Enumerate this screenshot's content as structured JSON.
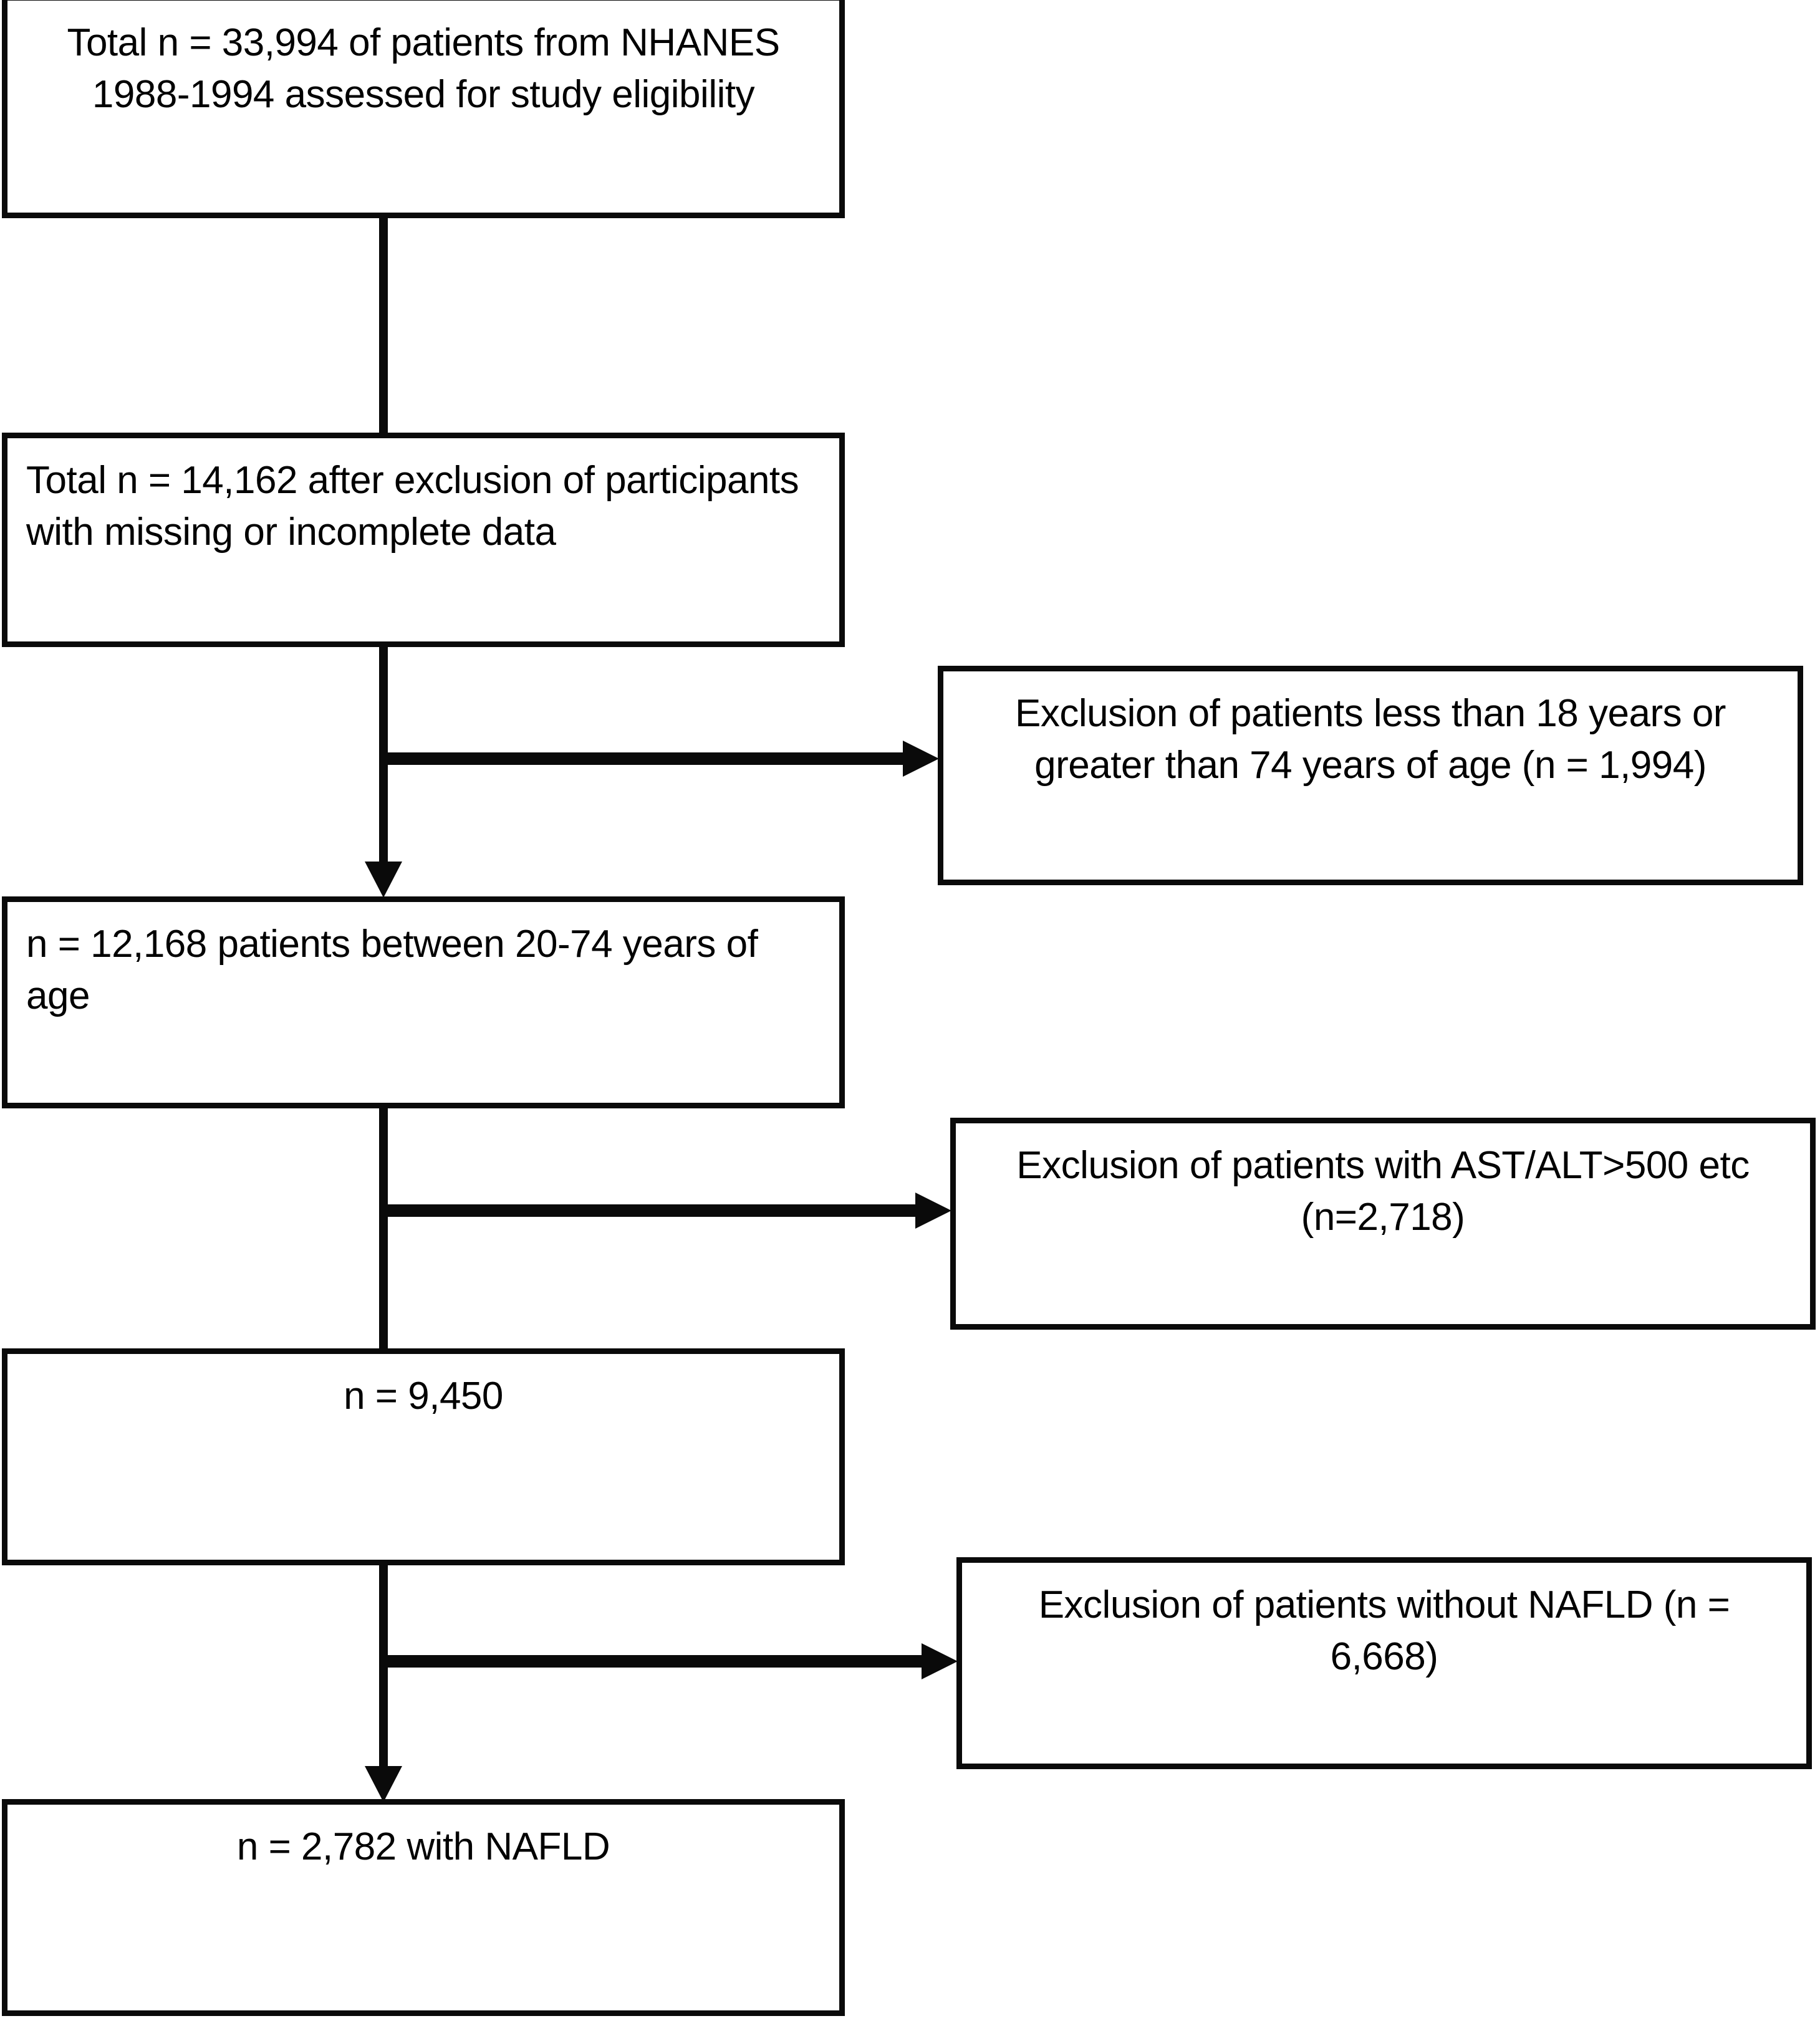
{
  "diagram": {
    "type": "flowchart",
    "title": "NHANES NAFLD study participant selection flow diagram",
    "orientation": "top-to-bottom with right-side exclusion branches",
    "colors": {
      "stroke": "#0a0a0a",
      "background": "#ffffff",
      "text": "#000000"
    },
    "nodes": [
      {
        "id": "node-total-assessed",
        "name": "total-assessed-box",
        "text": "Total n = 33,994 of patients from NHANES 1988-1994 assessed for study eligibility",
        "align": "center",
        "count": "33,994"
      },
      {
        "id": "node-after-missing-data",
        "name": "after-missing-data-box",
        "text": "Total n = 14,162 after exclusion of participants with missing or incomplete data",
        "align": "left",
        "count": "14,162"
      },
      {
        "id": "node-age-range",
        "name": "age-range-box",
        "text": "n = 12,168 patients between 20-74 years of age",
        "align": "left",
        "count": "12,168"
      },
      {
        "id": "node-n-9450",
        "name": "remaining-after-labs-box",
        "text": "n = 9,450",
        "align": "center",
        "count": "9,450"
      },
      {
        "id": "node-nafld-final",
        "name": "final-nafld-cohort-box",
        "text": "n = 2,782 with NAFLD",
        "align": "center",
        "count": "2,782"
      }
    ],
    "exclusions": [
      {
        "id": "excl-age",
        "name": "exclusion-age-box",
        "text": "Exclusion of patients less than 18 years or greater than 74 years of age (n = 1,994)",
        "count": "1,994"
      },
      {
        "id": "excl-labs",
        "name": "exclusion-liver-enzymes-box",
        "text": "Exclusion of patients with AST/ALT>500 etc (n=2,718)",
        "count": "2,718"
      },
      {
        "id": "excl-no-nafld",
        "name": "exclusion-no-nafld-box",
        "text": "Exclusion of patients without NAFLD (n = 6,668)",
        "count": "6,668"
      }
    ]
  }
}
